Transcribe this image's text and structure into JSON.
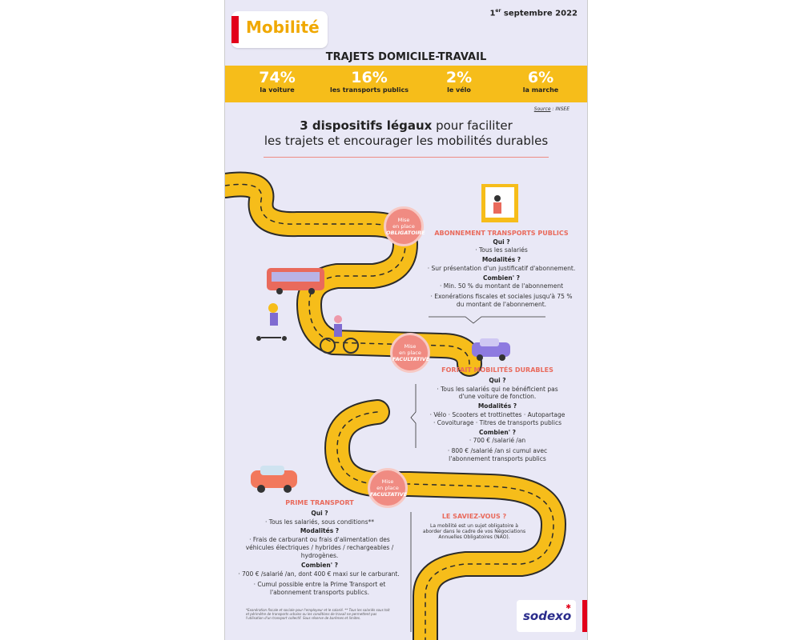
{
  "header": {
    "badge": "Mobilité",
    "date_day": "1",
    "date_sup": "er",
    "date_rest": " septembre 2022"
  },
  "trajets": {
    "title": "TRAJETS DOMICILE-TRAVAIL",
    "stats": [
      {
        "value": "74%",
        "label": "la voiture"
      },
      {
        "value": "16%",
        "label": "les transports publics"
      },
      {
        "value": "2%",
        "label": "le vélo"
      },
      {
        "value": "6%",
        "label": "la marche"
      }
    ],
    "source_label": "Source",
    "source_rest": " : INSEE"
  },
  "headline": {
    "bold": "3 dispositifs légaux",
    "rest1": " pour faciliter",
    "line2": "les trajets et encourager les mobilités durables"
  },
  "callouts": [
    {
      "l1": "Mise",
      "l2": "en place",
      "l3": "OBLIGATOIRE"
    },
    {
      "l1": "Mise",
      "l2": "en place",
      "l3": "FACULTATIVE"
    },
    {
      "l1": "Mise",
      "l2": "en place",
      "l3": "FACULTATIVE"
    }
  ],
  "abonnement": {
    "title": "ABONNEMENT TRANSPORTS PUBLICS",
    "qui": "Qui ?",
    "qui_t": "· Tous les salariés",
    "modalites": "Modalités ?",
    "modalites_t": "· Sur présentation d'un justificatif d'abonnement.",
    "combien": "Combien' ?",
    "combien_t1": "· Min. 50 % du montant de l'abonnement",
    "combien_t2": "· Exonérations fiscales et sociales jusqu'à 75 %",
    "combien_t3": "du montant de l'abonnement."
  },
  "forfait": {
    "title": "FORFAIT MOBILITÉS DURABLES",
    "qui": "Qui ?",
    "qui_t1": "· Tous les salariés  qui ne bénéficient pas",
    "qui_t2": "d'une voiture de fonction.",
    "modalites": "Modalités ?",
    "modalites_t1": "· Vélo · Scooters et trottinettes · Autopartage",
    "modalites_t2": "· Covoiturage · Titres de transports publics",
    "combien": "Combien' ?",
    "combien_t1": "· 700 € /salarié /an",
    "combien_t2": "· 800 € /salarié /an si cumul avec",
    "combien_t3": "l'abonnement transports publics"
  },
  "prime": {
    "title": "PRIME TRANSPORT",
    "qui": "Qui ?",
    "qui_t": "· Tous les salariés, sous conditions**",
    "modalites": "Modalités ?",
    "modalites_t1": "· Frais de carburant ou frais d'alimentation des",
    "modalites_t2": "véhicules électriques / hybrides / rechargeables /",
    "modalites_t3": "hydrogènes.",
    "combien": "Combien' ?",
    "combien_t1": "· 700 € /salarié /an, dont 400 € maxi sur le carburant.",
    "combien_t2": "· Cumul possible entre la Prime Transport et",
    "combien_t3": "l'abonnement transports publics."
  },
  "saviez": {
    "title": "LE SAVIEZ-VOUS ?",
    "t1": "La mobilité est un sujet obligatoire à",
    "t2": "aborder dans le cadre de vos Négociations",
    "t3": "Annuelles Obligatoires (NAO)."
  },
  "footnote": "*Exonération fiscale et sociale pour l'employeur et le salarié. ** Tous les salariés sous toit et périmètre de transports urbains ou les conditions de travail ne permettent pas l'utilisation d'un transport collectif. Sous réserve de barèmes et limites.",
  "brand": "sodexo",
  "colors": {
    "road": "#f6bd1a",
    "accent": "#e96a5c",
    "brand": "#2a2c8c",
    "red": "#e2001a",
    "bg": "#e9e8f6"
  }
}
